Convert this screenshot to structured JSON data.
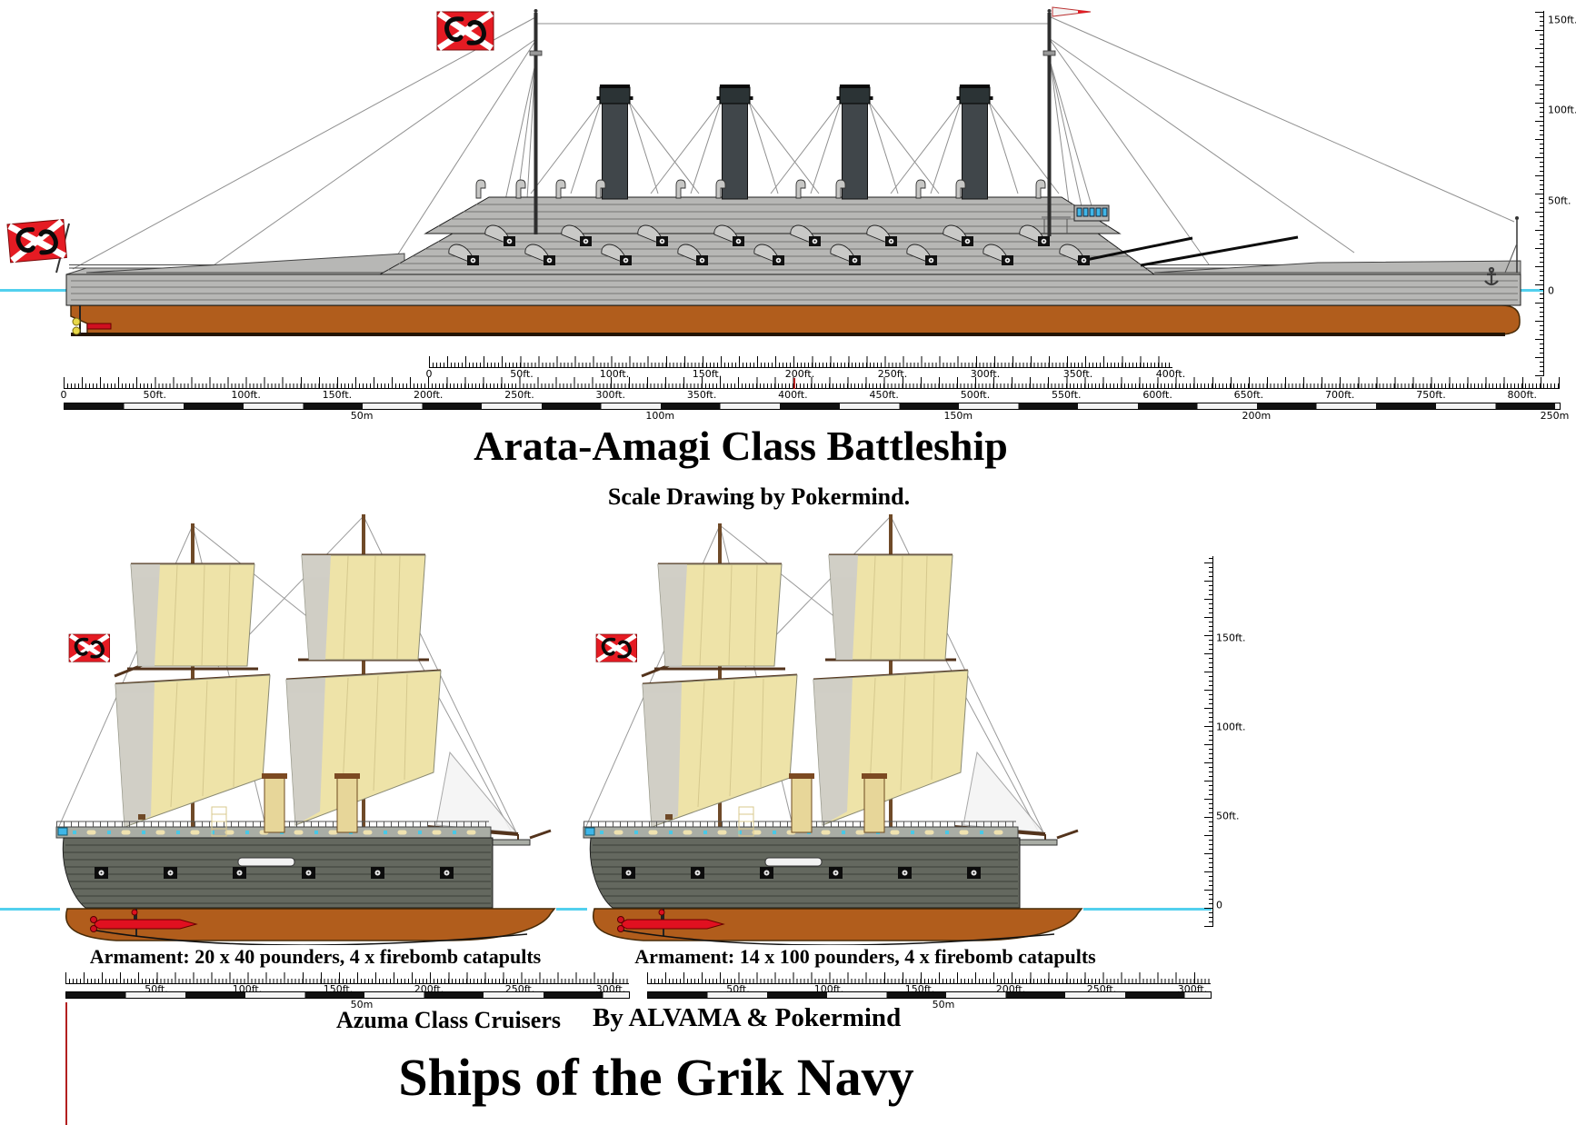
{
  "battleship": {
    "title": "Arata-Amagi Class Battleship",
    "subtitle": "Scale Drawing by Pokermind.",
    "vertical_scale": {
      "labels": [
        "150ft.",
        "100ft.",
        "50ft.",
        "0"
      ]
    },
    "upper_ruler": {
      "labels": [
        "0",
        "50ft.",
        "100ft.",
        "150ft.",
        "200ft.",
        "250ft.",
        "300ft.",
        "350ft.",
        "400ft."
      ]
    },
    "lower_ruler": {
      "ft_labels": [
        "0",
        "50ft.",
        "100ft.",
        "150ft.",
        "200ft.",
        "250ft.",
        "300ft.",
        "350ft.",
        "400ft.",
        "450ft.",
        "500ft.",
        "550ft.",
        "600ft.",
        "650ft.",
        "700ft.",
        "750ft.",
        "800ft."
      ],
      "m_labels": [
        "50m",
        "100m",
        "150m",
        "200m",
        "250m"
      ]
    }
  },
  "cruisers": {
    "left": {
      "armament": "Armament: 20 x 40 pounders, 4 x firebomb catapults"
    },
    "right": {
      "armament": "Armament: 14 x 100 pounders, 4 x firebomb catapults"
    },
    "left_ruler": {
      "ft_labels": [
        "50ft.",
        "100ft.",
        "150ft.",
        "200ft.",
        "250ft.",
        "300ft."
      ],
      "m_label": "50m"
    },
    "right_ruler": {
      "ft_labels": [
        "50ft.",
        "100ft.",
        "150ft.",
        "200ft.",
        "250ft.",
        "300ft."
      ],
      "m_label": "50m"
    },
    "vertical_scale": {
      "labels": [
        "150ft.",
        "100ft.",
        "50ft.",
        "0"
      ]
    },
    "caption": "Azuma Class Cruisers",
    "byline": "By ALVAMA & Pokermind"
  },
  "footer": {
    "title": "Ships of the Grik Navy"
  },
  "colors": {
    "gray-hull": "#b7b7b5",
    "gray-line": "#757572",
    "dark-outline": "#1c1c1c",
    "funnel": "#40464a",
    "funnel-cap": "#2b3335",
    "brown-hull": "#b15d1c",
    "brown-dark": "#472a07",
    "cruiser-hull": "#64685f",
    "cruiser-line": "#3c3f38",
    "deck-light": "#a9ada5",
    "vent-gray": "#c7c7c5",
    "sail": "#eee3a8",
    "sail-shade": "#cbcbcb",
    "sail-line": "#d5c88d",
    "mast-brown": "#6f4a28",
    "spar-dark": "#53331c",
    "flag-red": "#e51b23",
    "cyan": "#52d0ee",
    "cream-funnel": "#e7d699",
    "cream-rim": "#7c4a22",
    "torpedo-red": "#e01020",
    "red-mark": "#b32020",
    "window-blue": "#3fb6e8",
    "rig-gray": "#8f8f8f"
  }
}
